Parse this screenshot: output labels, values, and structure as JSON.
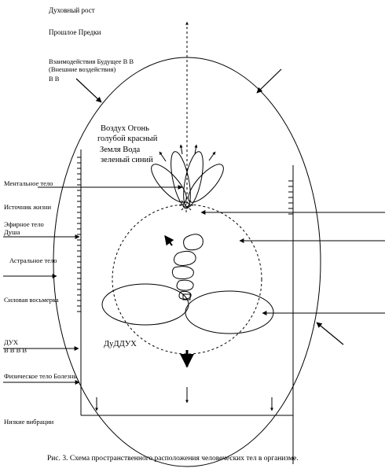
{
  "labels": {
    "spiritual_growth": "Духовный рост",
    "past_ancestors": "Прошлое Предки",
    "interaction": "Взаимодействия Будущее В В (Внешние воздействия)",
    "interaction_vv": "В В",
    "mental_body": "Ментальное тело",
    "life_source": "Источник жизни",
    "etheric_body": "Эфирное тело",
    "soul": "Душа",
    "astral_body": "Астральное тело",
    "power_octet": "Силовая восьмерка",
    "spirit": "ДУХ",
    "spirit_vvvv": "В В В В",
    "physical_body": "Физическое тело Болезнь",
    "low_vibrations": "Низкие вибрации",
    "elements_line1": "Воздух Огонь",
    "elements_line2": "голубой красный",
    "elements_line3": "Земля Вода",
    "elements_line4": "зеленый синий",
    "duddukh": "ДуДДУХ"
  },
  "caption": "Рис. 3. Схема пространственного расположения человеческих тел в организме."
}
